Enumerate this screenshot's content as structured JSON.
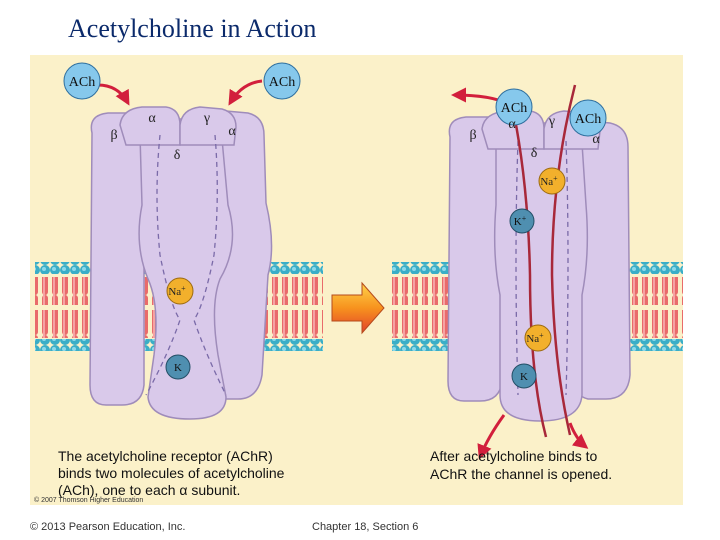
{
  "slide": {
    "title": "Acetylcholine in Action",
    "footer_left": "© 2013 Pearson Education, Inc.",
    "footer_right": "Chapter 18, Section 6"
  },
  "figure": {
    "left_panel": {
      "ligand_left": "ACh",
      "ligand_right": "ACh",
      "subunits": {
        "beta": "β",
        "alpha_left": "α",
        "gamma": "γ",
        "alpha_right": "α",
        "delta": "δ"
      },
      "ion_na": "Na",
      "ion_na_sup": "+",
      "ion_k": "K",
      "caption_lines": [
        "The acetylcholine receptor (AChR)",
        "binds two molecules of acetylcholine",
        "(ACh), one to each α subunit."
      ]
    },
    "right_panel": {
      "ligand_left": "ACh",
      "ligand_right": "ACh",
      "subunits": {
        "beta": "β",
        "alpha_left": "α",
        "gamma": "γ",
        "alpha_right": "α",
        "delta": "δ"
      },
      "ion_na_top": "Na",
      "ion_na_top_sup": "+",
      "ion_k_top": "K",
      "ion_k_top_sup": "+",
      "ion_na_bottom": "Na",
      "ion_na_bottom_sup": "+",
      "ion_k_bottom": "K",
      "caption_lines": [
        "After acetylcholine binds to",
        "AChR the channel is opened."
      ]
    },
    "copyright": "© 2007 Thomson Higher Education",
    "colors": {
      "background": "#fbf1c9",
      "protein": "#d9c9ea",
      "protein_stroke": "#9f8cba",
      "membrane_head": "#3aaec7",
      "membrane_tail": "#e96b6b",
      "ligand": "#86c8ec",
      "na_ion": "#f2b02c",
      "k_ion": "#4f8fb0",
      "arrow": "#d21f3c",
      "ion_path": "#a8283a"
    }
  }
}
